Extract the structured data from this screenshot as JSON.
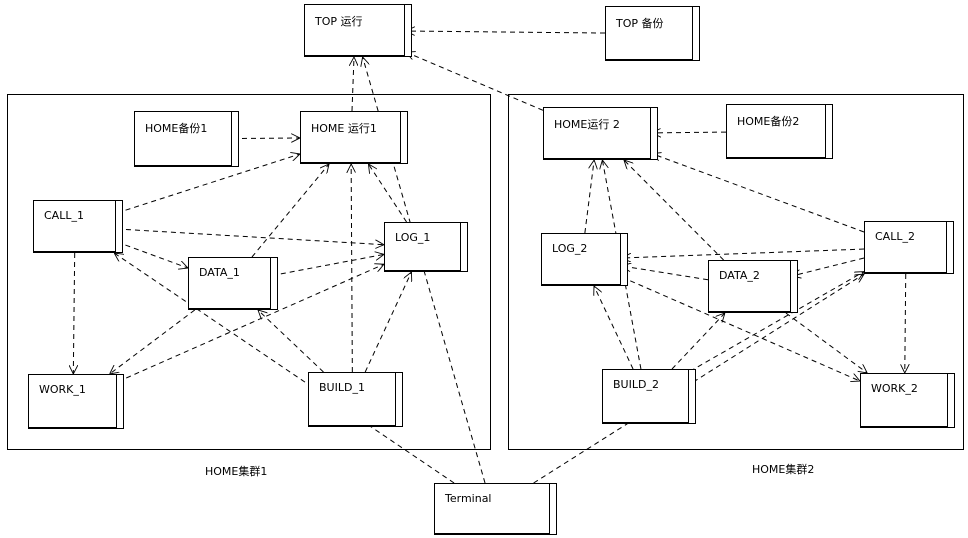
{
  "clusters": [
    {
      "id": "c1",
      "label": "HOME集群1"
    },
    {
      "id": "c2",
      "label": "HOME集群2"
    }
  ],
  "nodes": [
    {
      "id": "top_run",
      "label": "TOP 运行"
    },
    {
      "id": "top_bak",
      "label": "TOP 备份"
    },
    {
      "id": "home_run1",
      "label": "HOME 运行1"
    },
    {
      "id": "home_bak1",
      "label": "HOME备份1"
    },
    {
      "id": "call_1",
      "label": "CALL_1"
    },
    {
      "id": "data_1",
      "label": "DATA_1"
    },
    {
      "id": "log_1",
      "label": "LOG_1"
    },
    {
      "id": "work_1",
      "label": "WORK_1"
    },
    {
      "id": "build_1",
      "label": "BUILD_1"
    },
    {
      "id": "home_run2",
      "label": "HOME运行 2"
    },
    {
      "id": "home_bak2",
      "label": "HOME备份2"
    },
    {
      "id": "log_2",
      "label": "LOG_2"
    },
    {
      "id": "data_2",
      "label": "DATA_2"
    },
    {
      "id": "call_2",
      "label": "CALL_2"
    },
    {
      "id": "build_2",
      "label": "BUILD_2"
    },
    {
      "id": "work_2",
      "label": "WORK_2"
    },
    {
      "id": "terminal",
      "label": "Terminal"
    }
  ],
  "edges": [
    {
      "from": "top_bak",
      "to": "top_run",
      "style": "dashed",
      "arrow": "open"
    },
    {
      "from": "home_run1",
      "to": "top_run",
      "style": "dashed",
      "arrow": "open"
    },
    {
      "from": "home_run2",
      "to": "top_run",
      "style": "dashed",
      "arrow": "open"
    },
    {
      "from": "terminal",
      "to": "top_run",
      "style": "dashed",
      "arrow": "open"
    },
    {
      "from": "home_bak1",
      "to": "home_run1",
      "style": "dashed",
      "arrow": "open"
    },
    {
      "from": "call_1",
      "to": "home_run1",
      "style": "dashed",
      "arrow": "open"
    },
    {
      "from": "call_1",
      "to": "log_1",
      "style": "dashed",
      "arrow": "open"
    },
    {
      "from": "call_1",
      "to": "data_1",
      "style": "dashed",
      "arrow": "open"
    },
    {
      "from": "call_1",
      "to": "work_1",
      "style": "dashed",
      "arrow": "open"
    },
    {
      "from": "data_1",
      "to": "home_run1",
      "style": "dashed",
      "arrow": "open"
    },
    {
      "from": "data_1",
      "to": "log_1",
      "style": "dashed",
      "arrow": "open"
    },
    {
      "from": "data_1",
      "to": "work_1",
      "style": "dashed",
      "arrow": "open"
    },
    {
      "from": "log_1",
      "to": "home_run1",
      "style": "dashed",
      "arrow": "open"
    },
    {
      "from": "build_1",
      "to": "home_run1",
      "style": "dashed",
      "arrow": "open"
    },
    {
      "from": "build_1",
      "to": "data_1",
      "style": "dashed",
      "arrow": "open"
    },
    {
      "from": "build_1",
      "to": "log_1",
      "style": "dashed",
      "arrow": "open"
    },
    {
      "from": "work_1",
      "to": "log_1",
      "style": "dashed",
      "arrow": "open"
    },
    {
      "from": "terminal",
      "to": "call_1",
      "style": "dashed",
      "arrow": "open"
    },
    {
      "from": "home_bak2",
      "to": "home_run2",
      "style": "dashed",
      "arrow": "open"
    },
    {
      "from": "log_2",
      "to": "home_run2",
      "style": "dashed",
      "arrow": "open"
    },
    {
      "from": "data_2",
      "to": "home_run2",
      "style": "dashed",
      "arrow": "open"
    },
    {
      "from": "call_2",
      "to": "home_run2",
      "style": "dashed",
      "arrow": "open"
    },
    {
      "from": "build_2",
      "to": "home_run2",
      "style": "dashed",
      "arrow": "open"
    },
    {
      "from": "data_2",
      "to": "log_2",
      "style": "dashed",
      "arrow": "open"
    },
    {
      "from": "call_2",
      "to": "log_2",
      "style": "dashed",
      "arrow": "open"
    },
    {
      "from": "call_2",
      "to": "data_2",
      "style": "dashed",
      "arrow": "open"
    },
    {
      "from": "call_2",
      "to": "work_2",
      "style": "dashed",
      "arrow": "open"
    },
    {
      "from": "build_2",
      "to": "log_2",
      "style": "dashed",
      "arrow": "open"
    },
    {
      "from": "build_2",
      "to": "data_2",
      "style": "dashed",
      "arrow": "open"
    },
    {
      "from": "log_2",
      "to": "work_2",
      "style": "dashed",
      "arrow": "open"
    },
    {
      "from": "data_2",
      "to": "work_2",
      "style": "dashed",
      "arrow": "open"
    },
    {
      "from": "build_2",
      "to": "call_2",
      "style": "dashed",
      "arrow": "open"
    },
    {
      "from": "terminal",
      "to": "call_2",
      "style": "dashed",
      "arrow": "open"
    }
  ],
  "colors": {
    "line": "#000000",
    "background": "#ffffff"
  }
}
